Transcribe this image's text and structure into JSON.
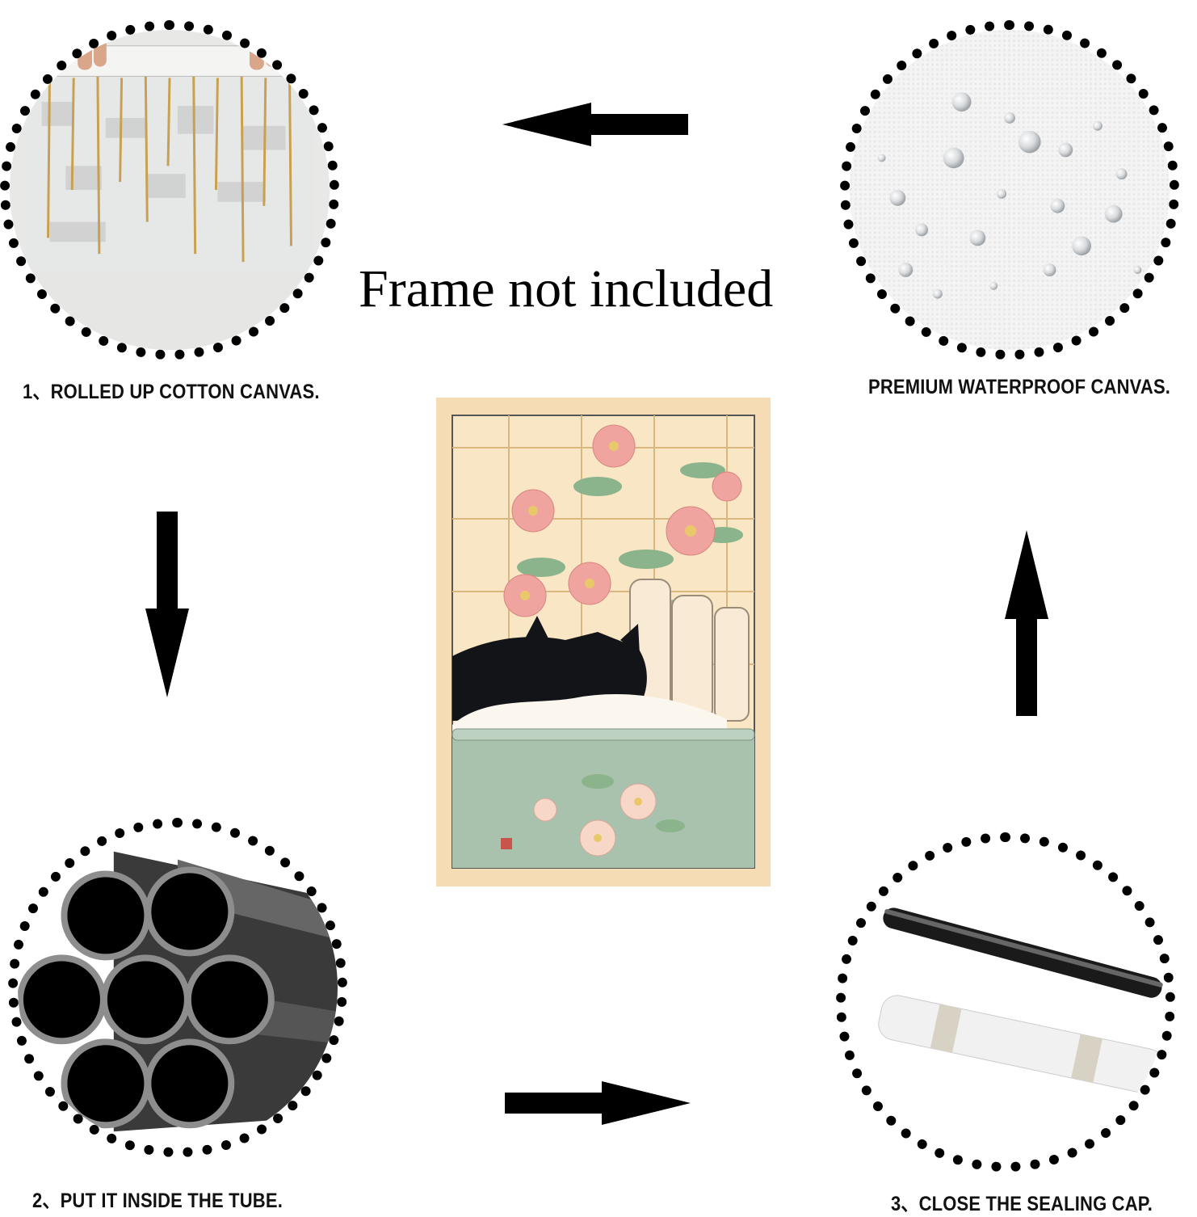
{
  "headline": "Frame not included",
  "steps": [
    {
      "caption": "1、ROLLED UP COTTON  CANVAS."
    },
    {
      "caption": "PREMIUM WATERPROOF CANVAS."
    },
    {
      "caption": "2、PUT IT INSIDE THE TUBE."
    },
    {
      "caption": "3、CLOSE THE SEALING CAP."
    }
  ],
  "poster": {
    "subject": "black cat in bathtub with pink flowers"
  },
  "arrows": [
    "arrow-left",
    "arrow-down",
    "arrow-right",
    "arrow-up"
  ],
  "colors": {
    "poster_background": "#f6dcb4",
    "tub": "#a9c2ad",
    "flower": "#f0a4a0",
    "leaf": "#8cb48c"
  }
}
